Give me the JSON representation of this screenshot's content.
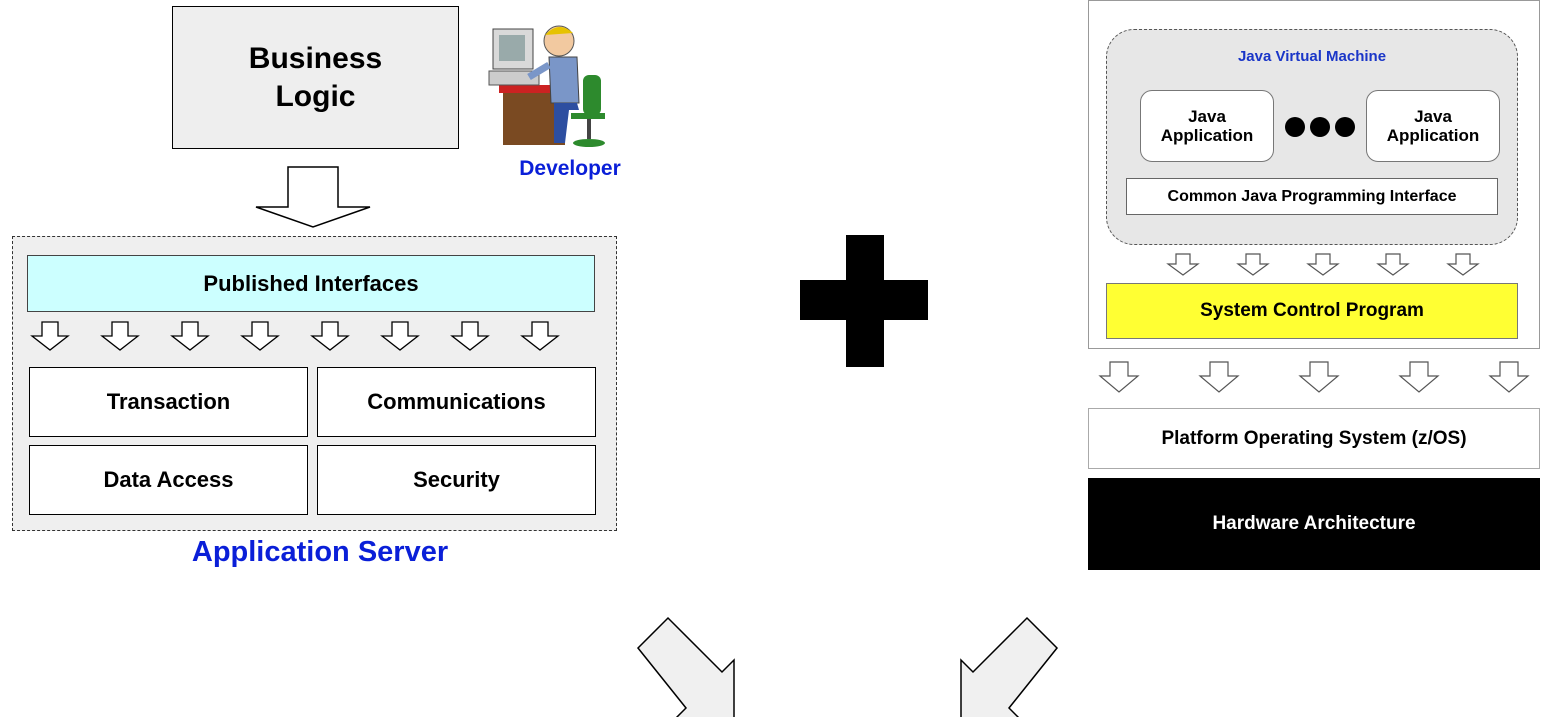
{
  "business_logic": {
    "line1": "Business",
    "line2": "Logic"
  },
  "developer": {
    "label": "Developer"
  },
  "app_server": {
    "published_interfaces": "Published Interfaces",
    "services": [
      "Transaction",
      "Communications",
      "Data Access",
      "Security"
    ],
    "label": "Application Server"
  },
  "jvm": {
    "title": "Java Virtual Machine",
    "app_line1": "Java",
    "app_line2": "Application",
    "interface": "Common Java Programming Interface"
  },
  "system_control_program": "System Control Program",
  "platform_os": "Platform Operating System (z/OS)",
  "hardware": "Hardware Architecture",
  "colors": {
    "blue_label": "#0a1fd8",
    "published_interfaces_fill": "#ccffff",
    "system_control_fill": "#ffff33",
    "hardware_fill": "#000000"
  }
}
